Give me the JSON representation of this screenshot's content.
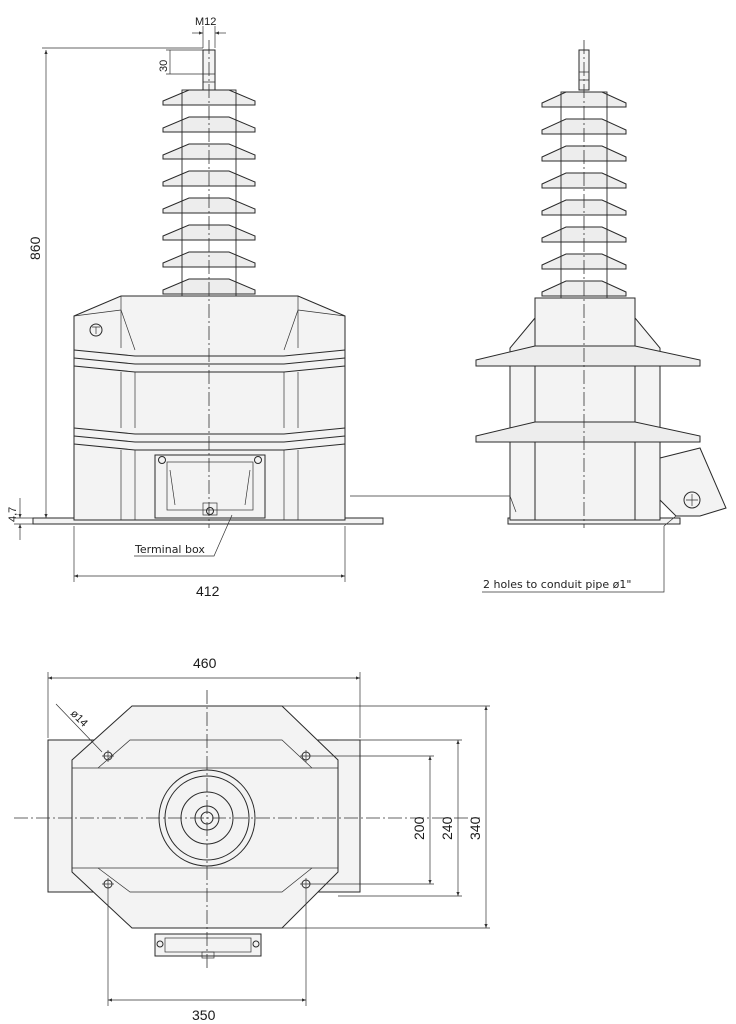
{
  "dimensions": {
    "thread": "M12",
    "terminal_length": "30",
    "total_height": "860",
    "base_thickness": "4,7",
    "front_width": "412",
    "plan_width": "460",
    "hole_diameter": "ø14",
    "inner_span_200": "200",
    "inner_span_240": "240",
    "overall_depth": "340",
    "hole_spacing": "350"
  },
  "labels": {
    "terminal_box": "Terminal box",
    "conduit_note": "2 holes to conduit pipe ø1\""
  },
  "sheds": {
    "front_count": 8,
    "side_count": 8
  }
}
